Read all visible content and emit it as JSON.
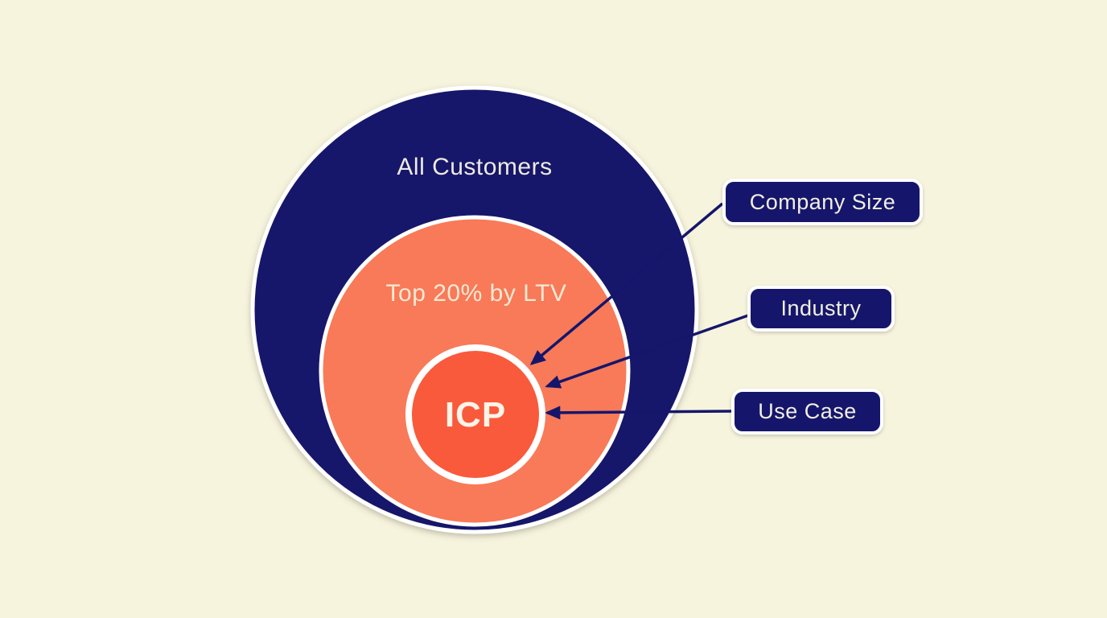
{
  "colors": {
    "background": "#f7f4de",
    "navy": "#15166b",
    "orange": "#f87a58",
    "red_orange": "#f95a3c",
    "white": "#ffffff"
  },
  "diagram": {
    "outer_circle_label": "All Customers",
    "middle_circle_label": "Top 20% by LTV",
    "inner_circle_label": "ICP",
    "callouts": [
      {
        "label": "Company Size"
      },
      {
        "label": "Industry"
      },
      {
        "label": "Use Case"
      }
    ]
  }
}
